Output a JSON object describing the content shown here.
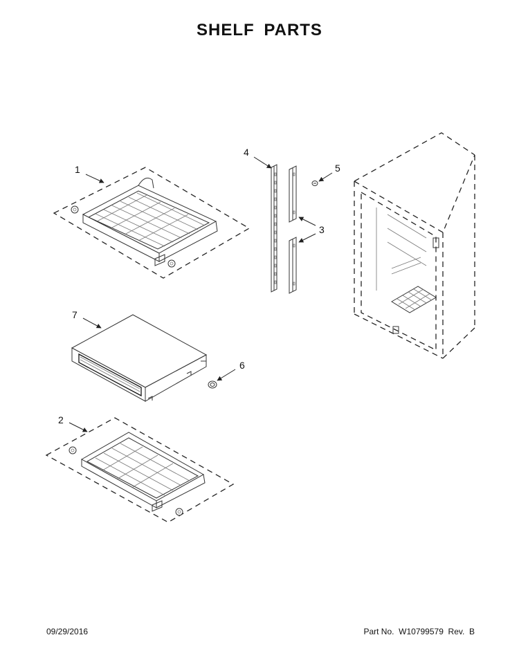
{
  "title": "SHELF PARTS",
  "callouts": {
    "c1": "1",
    "c2": "2",
    "c3": "3",
    "c4": "4",
    "c5": "5",
    "c6": "6",
    "c7": "7"
  },
  "footer": {
    "date": "09/29/2016",
    "part": "Part No.  W10799579  Rev.  B"
  }
}
